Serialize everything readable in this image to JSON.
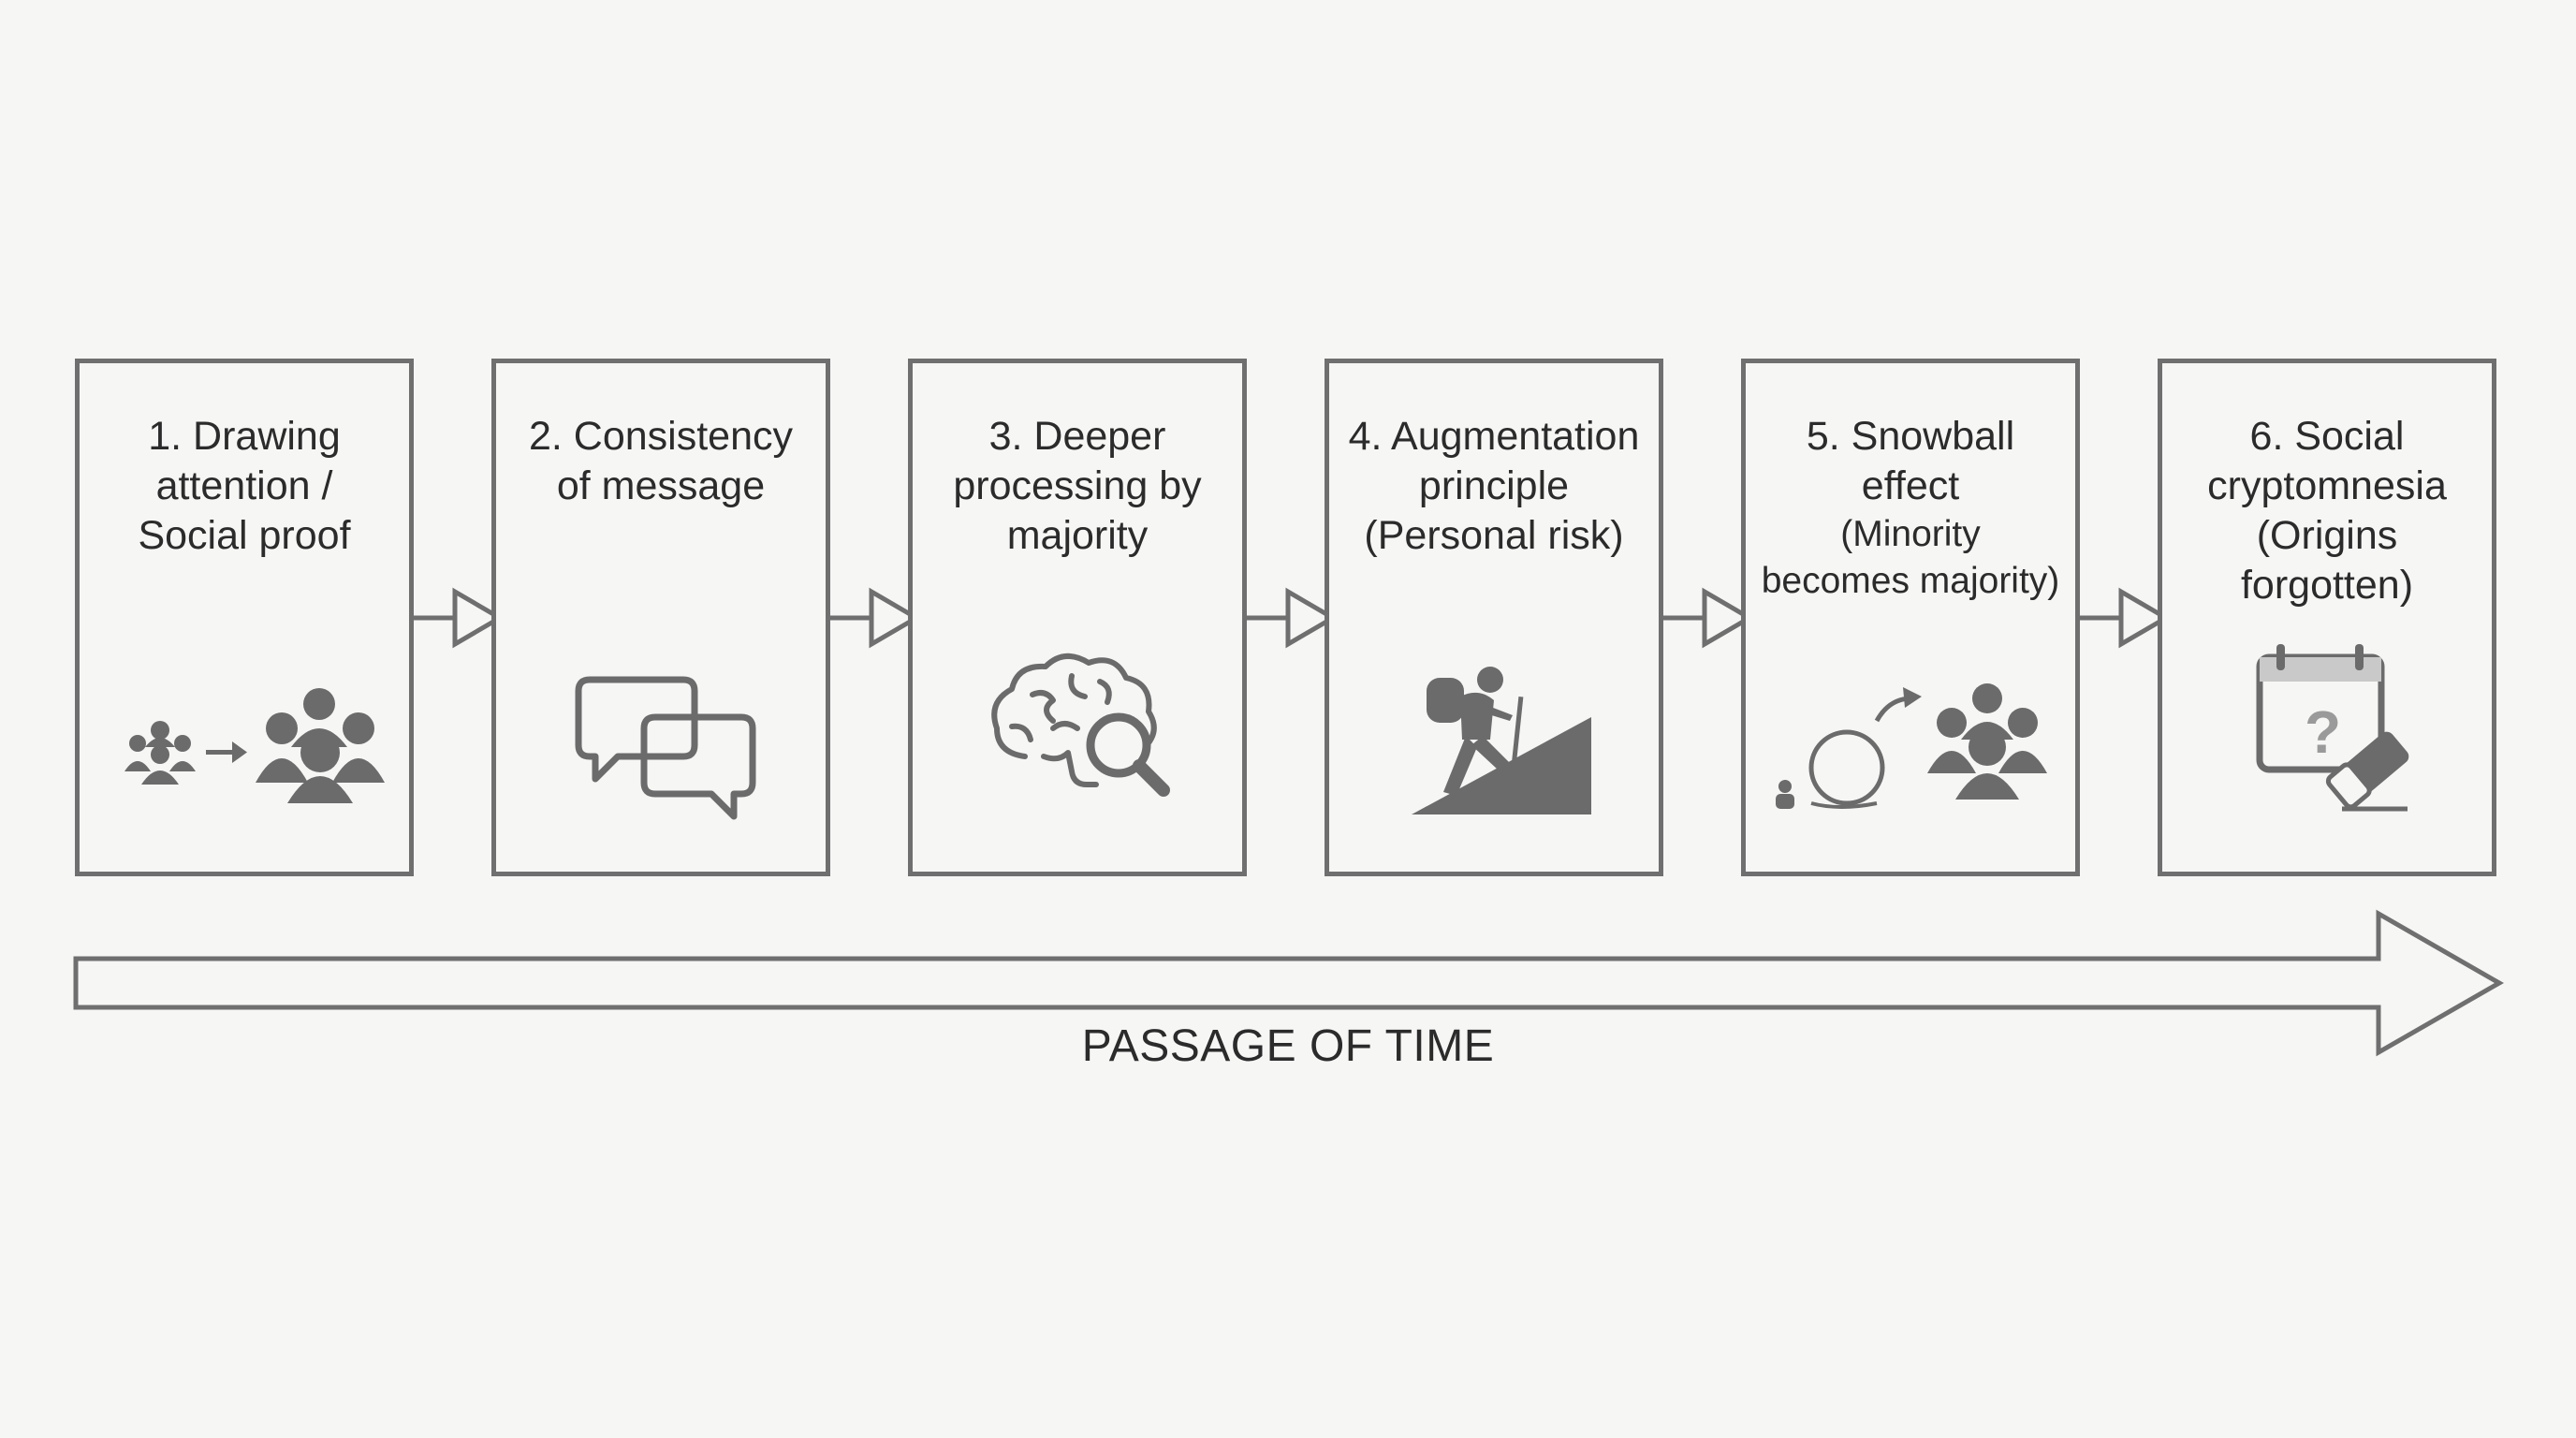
{
  "steps": [
    {
      "lines": [
        "1. Drawing",
        "attention /",
        "Social proof"
      ],
      "small_lines": [],
      "icon": "crowd-growth-icon"
    },
    {
      "lines": [
        "2. Consistency",
        "of message"
      ],
      "small_lines": [],
      "icon": "speech-bubbles-icon"
    },
    {
      "lines": [
        "3. Deeper",
        "processing by",
        "majority"
      ],
      "small_lines": [],
      "icon": "brain-magnifier-icon"
    },
    {
      "lines": [
        "4. Augmentation",
        "principle",
        "(Personal risk)"
      ],
      "small_lines": [],
      "icon": "uphill-climber-icon"
    },
    {
      "lines": [
        "5. Snowball",
        "effect"
      ],
      "small_lines": [
        "(Minority",
        "becomes majority)"
      ],
      "icon": "snowball-crowd-icon"
    },
    {
      "lines": [
        "6. Social",
        "cryptomnesia",
        "(Origins",
        "forgotten)"
      ],
      "small_lines": [],
      "icon": "calendar-eraser-icon"
    }
  ],
  "timeline": {
    "label": "PASSAGE OF TIME"
  },
  "colors": {
    "background": "#f6f6f5",
    "stroke": "#6f6f6f",
    "icon_fill": "#6b6b6b",
    "text": "#2b2b2b"
  }
}
